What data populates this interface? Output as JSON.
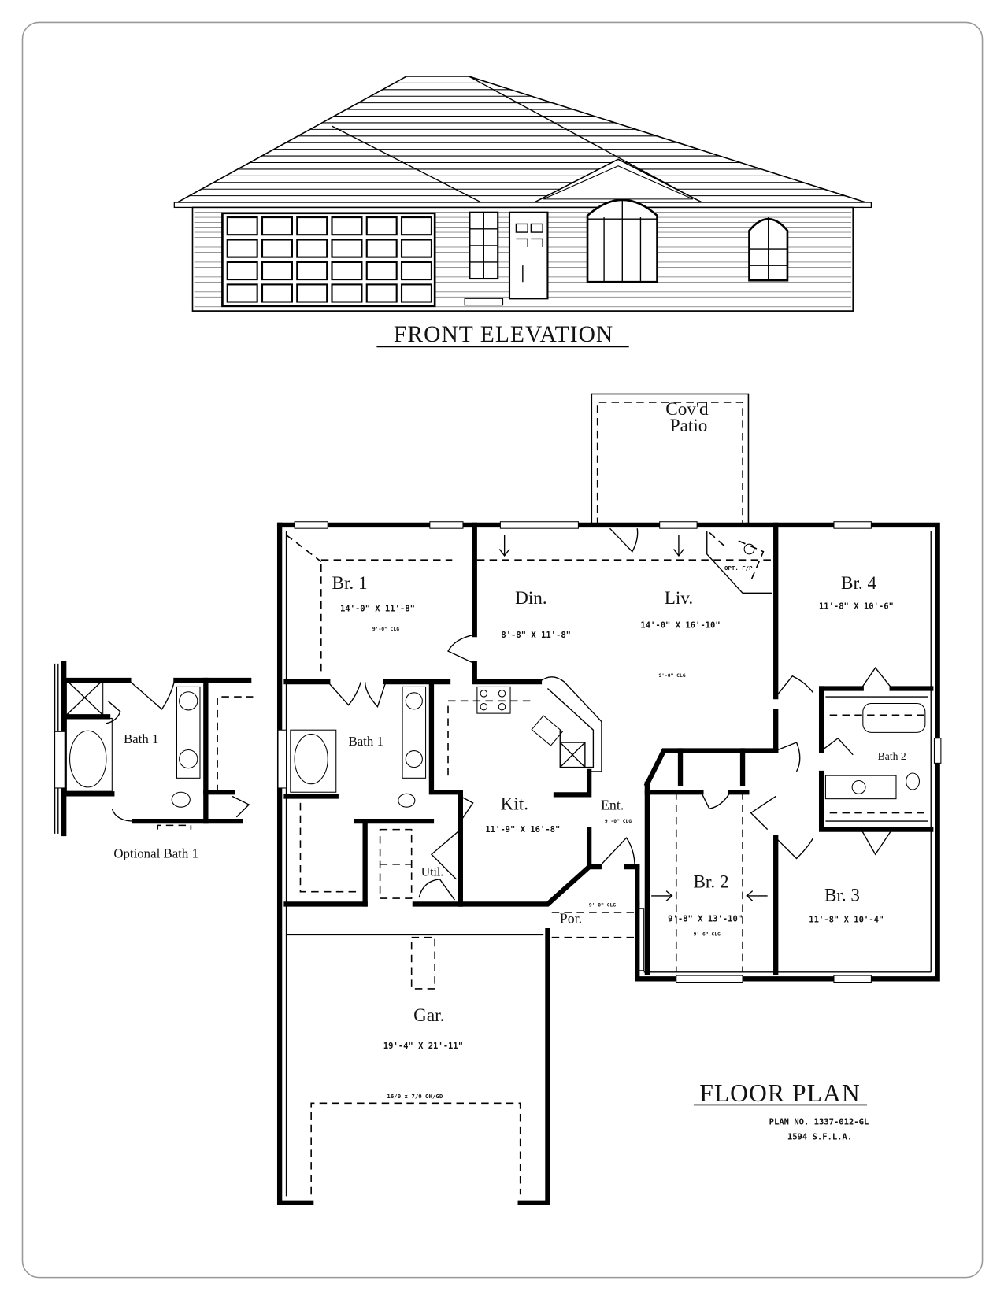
{
  "elevation": {
    "title": "FRONT ELEVATION"
  },
  "floor_plan": {
    "title": "FLOOR PLAN",
    "plan_no": "PLAN NO. 1337-012-GL",
    "area": "1594 S.F.L.A.",
    "patio": {
      "line1": "Cov'd",
      "line2": "Patio"
    },
    "fireplace": "OPT. F/P",
    "rooms": {
      "br1": {
        "name": "Br. 1",
        "size": "14'-0\" X 11'-8\"",
        "ceiling": "9'-0\" CLG"
      },
      "din": {
        "name": "Din.",
        "size": "8'-8\" X 11'-8\""
      },
      "liv": {
        "name": "Liv.",
        "size": "14'-0\" X 16'-10\"",
        "ceiling": "9'-0\" CLG"
      },
      "br4": {
        "name": "Br. 4",
        "size": "11'-8\" X 10'-6\""
      },
      "bath1": {
        "name": "Bath 1"
      },
      "bath2": {
        "name": "Bath 2"
      },
      "kit": {
        "name": "Kit.",
        "size": "11'-9\" X 16'-8\""
      },
      "ent": {
        "name": "Ent.",
        "ceiling": "9'-0\" CLG"
      },
      "util": {
        "name": "Util."
      },
      "por": {
        "name": "Por.",
        "ceiling": "9'-0\" CLG"
      },
      "br2": {
        "name": "Br. 2",
        "size": "9'-8\" X 13'-10\"",
        "ceiling": "9'-6\" CLG"
      },
      "br3": {
        "name": "Br. 3",
        "size": "11'-8\" X 10'-4\""
      },
      "gar": {
        "name": "Gar.",
        "size": "19'-4\" X 21'-11\"",
        "door": "16/0 x 7/0 OH/GD"
      }
    },
    "optional": {
      "bath": "Bath 1",
      "caption": "Optional Bath 1"
    }
  }
}
